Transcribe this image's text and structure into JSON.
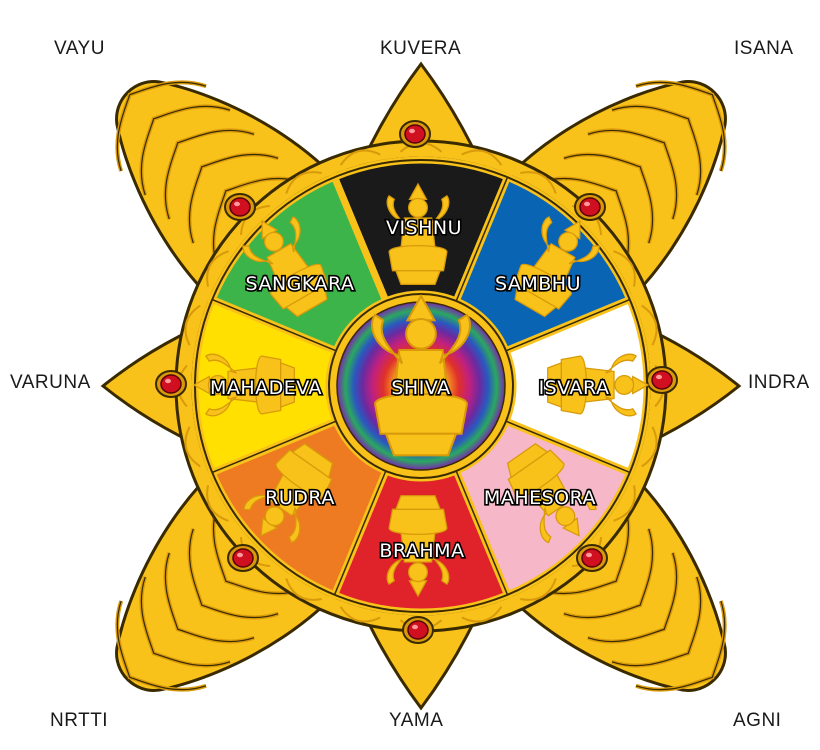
{
  "directions": {
    "northwest": "VAYU",
    "north": "KUVERA",
    "northeast": "ISANA",
    "west": "VARUNA",
    "east": "INDRA",
    "southwest": "NRTTI",
    "south": "YAMA",
    "southeast": "AGNI"
  },
  "deities": {
    "center": "SHIVA",
    "north": "VISHNU",
    "northeast": "SAMBHU",
    "east": "ISVARA",
    "southeast": "MAHESORA",
    "south": "BRAHMA",
    "southwest": "RUDRA",
    "west": "MAHADEVA",
    "northwest": "SANGKARA"
  },
  "colors": {
    "north": "#1a1a1a",
    "northeast": "#0a64b4",
    "east": "#ffffff",
    "southeast": "#f6b8c8",
    "south": "#e0222a",
    "southwest": "#ee7a22",
    "west": "#ffe000",
    "northwest": "#3cb44a",
    "gold": "#f8c21a",
    "gold_dark": "#d89a0a",
    "jewel": "#d01020",
    "outline": "#3a2a00"
  }
}
